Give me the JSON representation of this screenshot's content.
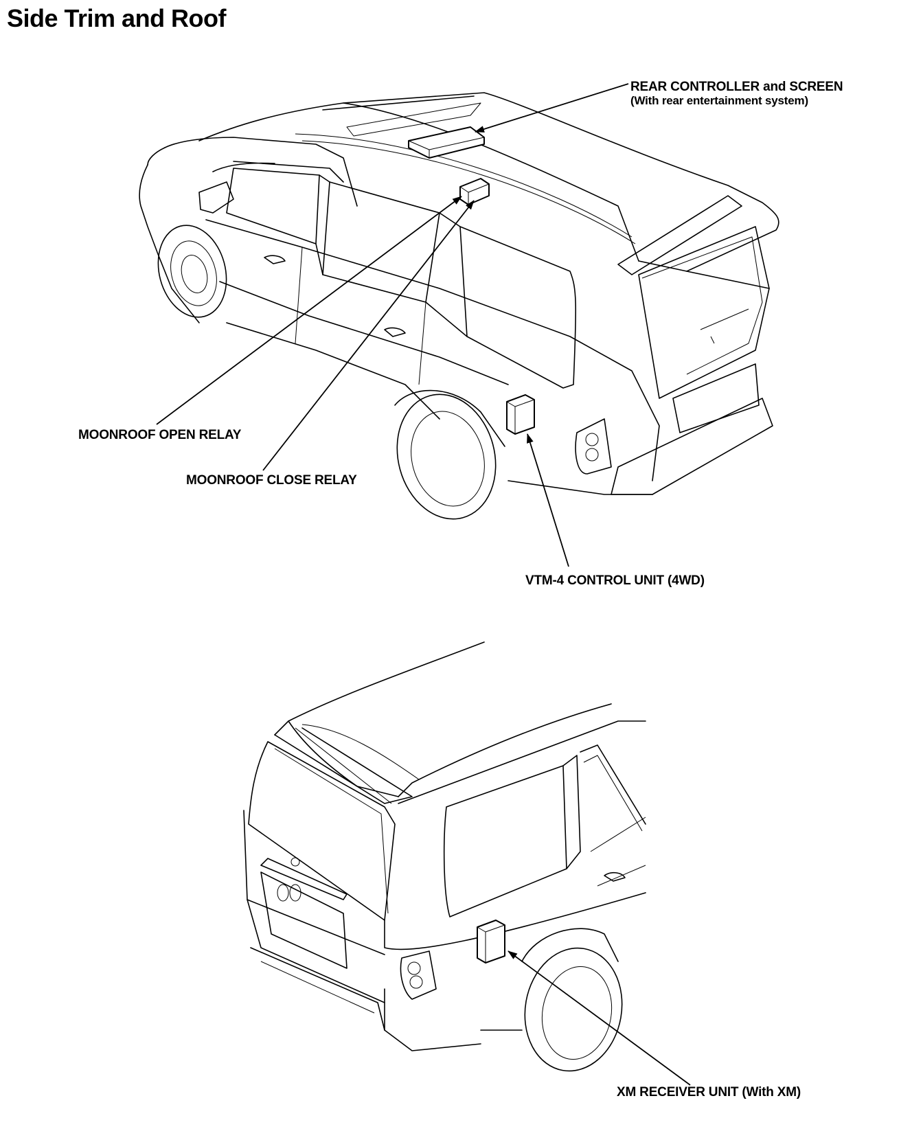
{
  "title": "Side Trim and Roof",
  "callouts": {
    "rear_controller": {
      "line1": "REAR CONTROLLER and SCREEN",
      "line2": "(With rear entertainment system)"
    },
    "moonroof_open_relay": "MOONROOF OPEN RELAY",
    "moonroof_close_relay": "MOONROOF CLOSE RELAY",
    "vtm4_control_unit": "VTM-4 CONTROL UNIT (4WD)",
    "xm_receiver_unit": "XM RECEIVER UNIT (With XM)"
  }
}
